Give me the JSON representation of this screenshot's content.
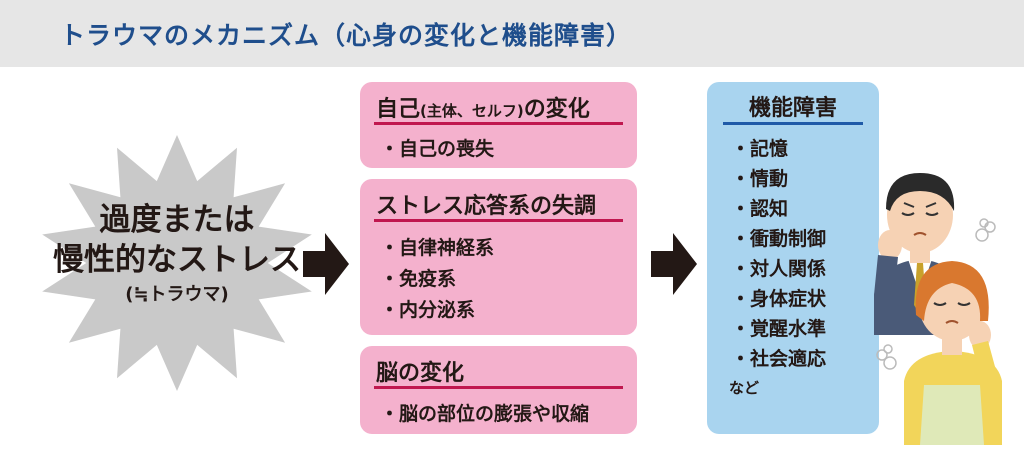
{
  "header": {
    "title": "トラウマのメカニズム（心身の変化と機能障害）"
  },
  "stress": {
    "line1": "過度または",
    "line2": "慢性的なストレス",
    "line3": "(≒トラウマ)"
  },
  "boxes": {
    "self": {
      "title_main": "自己",
      "title_sub": "(主体、セルフ)",
      "title_tail": "の変化",
      "items": [
        "・自己の喪失"
      ]
    },
    "stress_system": {
      "title": "ストレス応答系の失調",
      "items": [
        "・自律神経系",
        "・免疫系",
        "・内分泌系"
      ]
    },
    "brain": {
      "title": "脳の変化",
      "items": [
        "・脳の部位の膨張や収縮"
      ]
    }
  },
  "dysfunction": {
    "title": "機能障害",
    "items": [
      "・記憶",
      "・情動",
      "・認知",
      "・衝動制御",
      "・対人関係",
      "・身体症状",
      "・覚醒水準",
      "・社会適応"
    ],
    "note": "など"
  },
  "colors": {
    "header_bg": "#e6e6e6",
    "title_blue": "#1f4e8c",
    "pink_box": "#f4b1cd",
    "pink_rule": "#c0174f",
    "blue_box": "#a9d4ef",
    "blue_rule": "#1f5aa8",
    "burst_gray": "#c9c9c9",
    "arrow": "#231815"
  },
  "icons": [
    "starburst-shape",
    "right-arrow-icon",
    "worried-people-illustration"
  ]
}
